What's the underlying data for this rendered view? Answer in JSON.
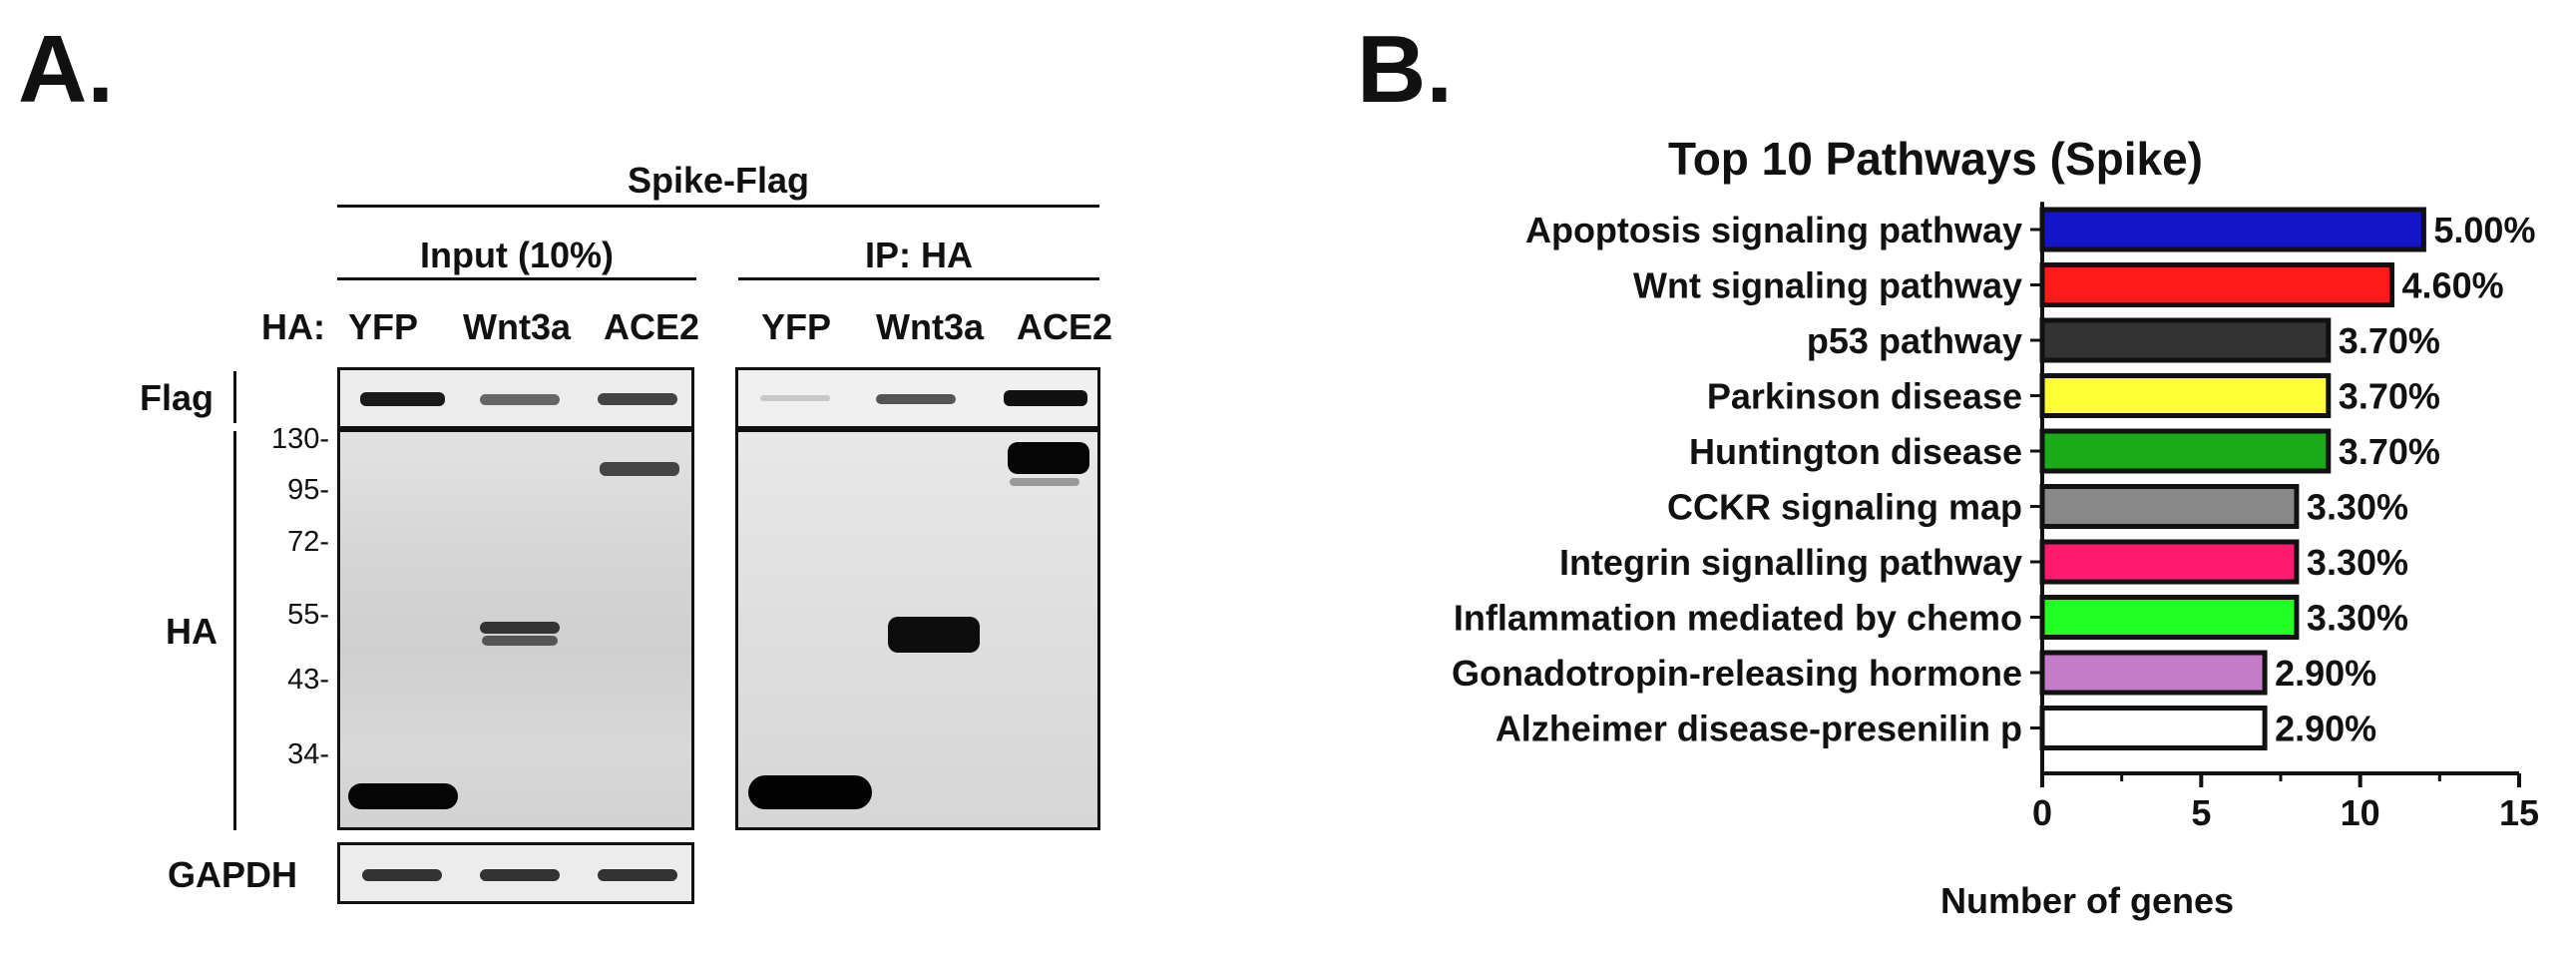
{
  "panel_a": {
    "letter": "A.",
    "group_label": "Spike-Flag",
    "input_label": "Input (10%)",
    "ip_label": "IP: HA",
    "ha_prefix": "HA:",
    "lanes": [
      "YFP",
      "Wnt3a",
      "ACE2",
      "YFP",
      "Wnt3a",
      "ACE2"
    ],
    "row_labels": {
      "flag": "Flag",
      "ha": "HA",
      "gapdh": "GAPDH"
    },
    "mw_markers": [
      "130-",
      "95-",
      "72-",
      "55-",
      "43-",
      "34-"
    ]
  },
  "panel_b": {
    "letter": "B.",
    "chart_data": {
      "type": "bar",
      "orientation": "horizontal",
      "title": "Top 10 Pathways (Spike)",
      "xlabel": "Number of genes",
      "ylabel": "",
      "xlim": [
        0,
        15
      ],
      "xticks": [
        "0",
        "5",
        "10",
        "15"
      ],
      "grid": false,
      "categories": [
        "Apoptosis signaling pathway",
        "Wnt signaling pathway",
        "p53 pathway",
        "Parkinson disease",
        "Huntington disease",
        "CCKR signaling map",
        "Integrin signalling pathway",
        "Inflammation mediated by chemo",
        "Gonadotropin-releasing hormone",
        "Alzheimer disease-presenilin p"
      ],
      "values": [
        12,
        11,
        9,
        9,
        9,
        8,
        8,
        8,
        7,
        7
      ],
      "data_labels": [
        "5.00%",
        "4.60%",
        "3.70%",
        "3.70%",
        "3.70%",
        "3.30%",
        "3.30%",
        "3.30%",
        "2.90%",
        "2.90%"
      ],
      "colors": [
        "#1414c8",
        "#ff1a1a",
        "#333333",
        "#ffff33",
        "#1aaa1a",
        "#888888",
        "#ff1a6e",
        "#22ff22",
        "#c47cc8",
        "#ffffff"
      ]
    }
  }
}
